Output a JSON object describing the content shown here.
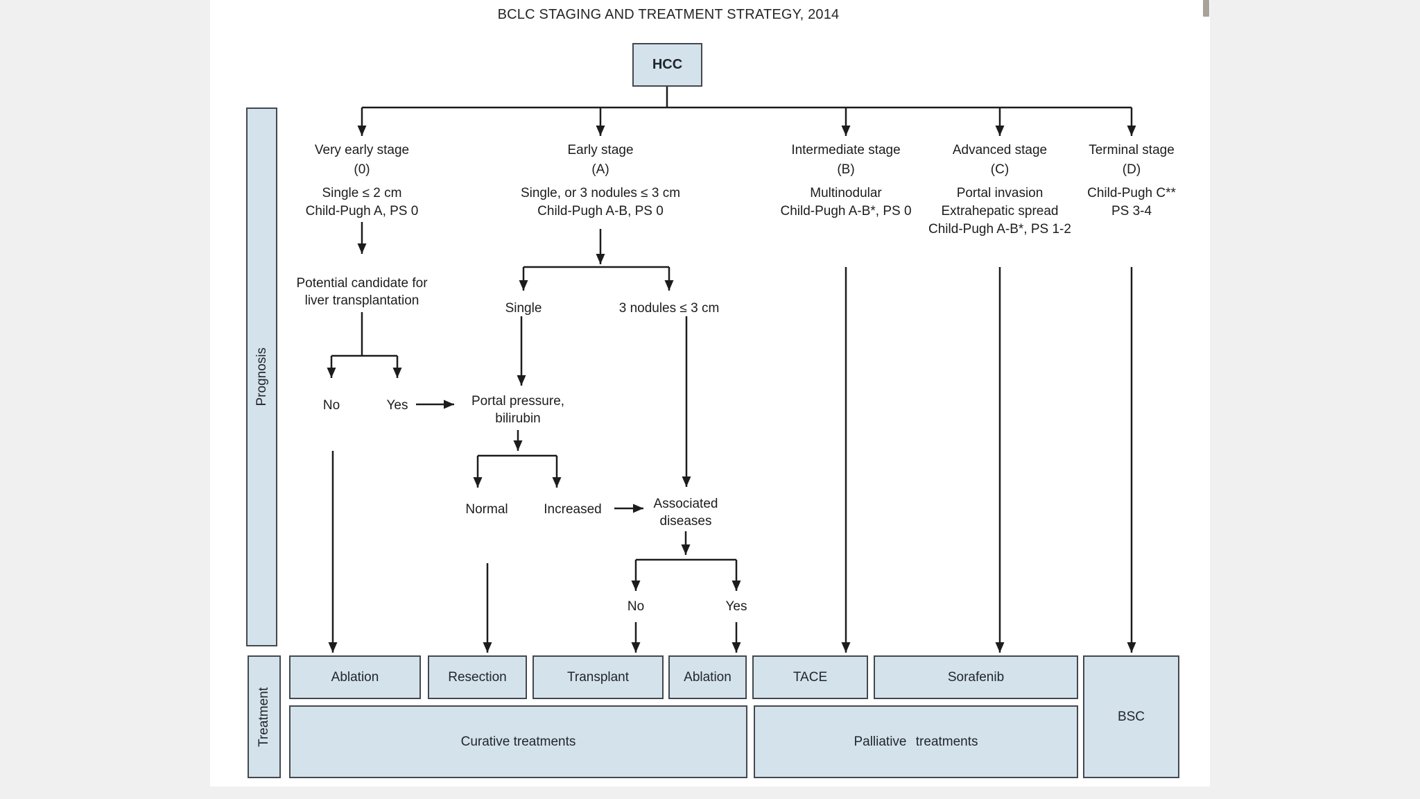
{
  "title": "BCLC STAGING AND TREATMENT STRATEGY, 2014",
  "root_node": "HCC",
  "side_labels": {
    "prognosis": "Prognosis",
    "treatment": "Treatment"
  },
  "stages": [
    {
      "name": "Very early stage",
      "code": "(0)",
      "criteria": [
        "Single ≤ 2 cm",
        "Child-Pugh A, PS 0"
      ]
    },
    {
      "name": "Early stage",
      "code": "(A)",
      "criteria": [
        "Single, or 3 nodules ≤ 3 cm",
        "Child-Pugh A-B, PS 0"
      ]
    },
    {
      "name": "Intermediate stage",
      "code": "(B)",
      "criteria": [
        "Multinodular",
        "Child-Pugh A-B*, PS 0"
      ]
    },
    {
      "name": "Advanced stage",
      "code": "(C)",
      "criteria": [
        "Portal invasion",
        "Extrahepatic spread",
        "Child-Pugh A-B*, PS 1-2"
      ]
    },
    {
      "name": "Terminal stage",
      "code": "(D)",
      "criteria": [
        "Child-Pugh C**",
        "PS 3-4"
      ]
    }
  ],
  "decision_nodes": {
    "candidate_line1": "Potential candidate for",
    "candidate_line2": "liver transplantation",
    "candidate_no": "No",
    "candidate_yes": "Yes",
    "single": "Single",
    "three_nodules": "3 nodules ≤ 3 cm",
    "portal_line1": "Portal pressure,",
    "portal_line2": "bilirubin",
    "normal": "Normal",
    "increased": "Increased",
    "associated_line1": "Associated",
    "associated_line2": "diseases",
    "associated_no": "No",
    "associated_yes": "Yes"
  },
  "treatments": {
    "ablation_1": "Ablation",
    "resection": "Resection",
    "transplant": "Transplant",
    "ablation_2": "Ablation",
    "tace": "TACE",
    "sorafenib": "Sorafenib",
    "bsc": "BSC"
  },
  "treatment_groups": {
    "curative": "Curative treatments",
    "palliative": "Palliative treatments"
  },
  "colors": {
    "page_background": "#eff0ef",
    "canvas_background": "#ffffff",
    "box_fill": "#d4e2ec",
    "box_border": "#43484d",
    "line": "#1c1c1c",
    "scrollbar_thumb": "#a8a29a"
  }
}
